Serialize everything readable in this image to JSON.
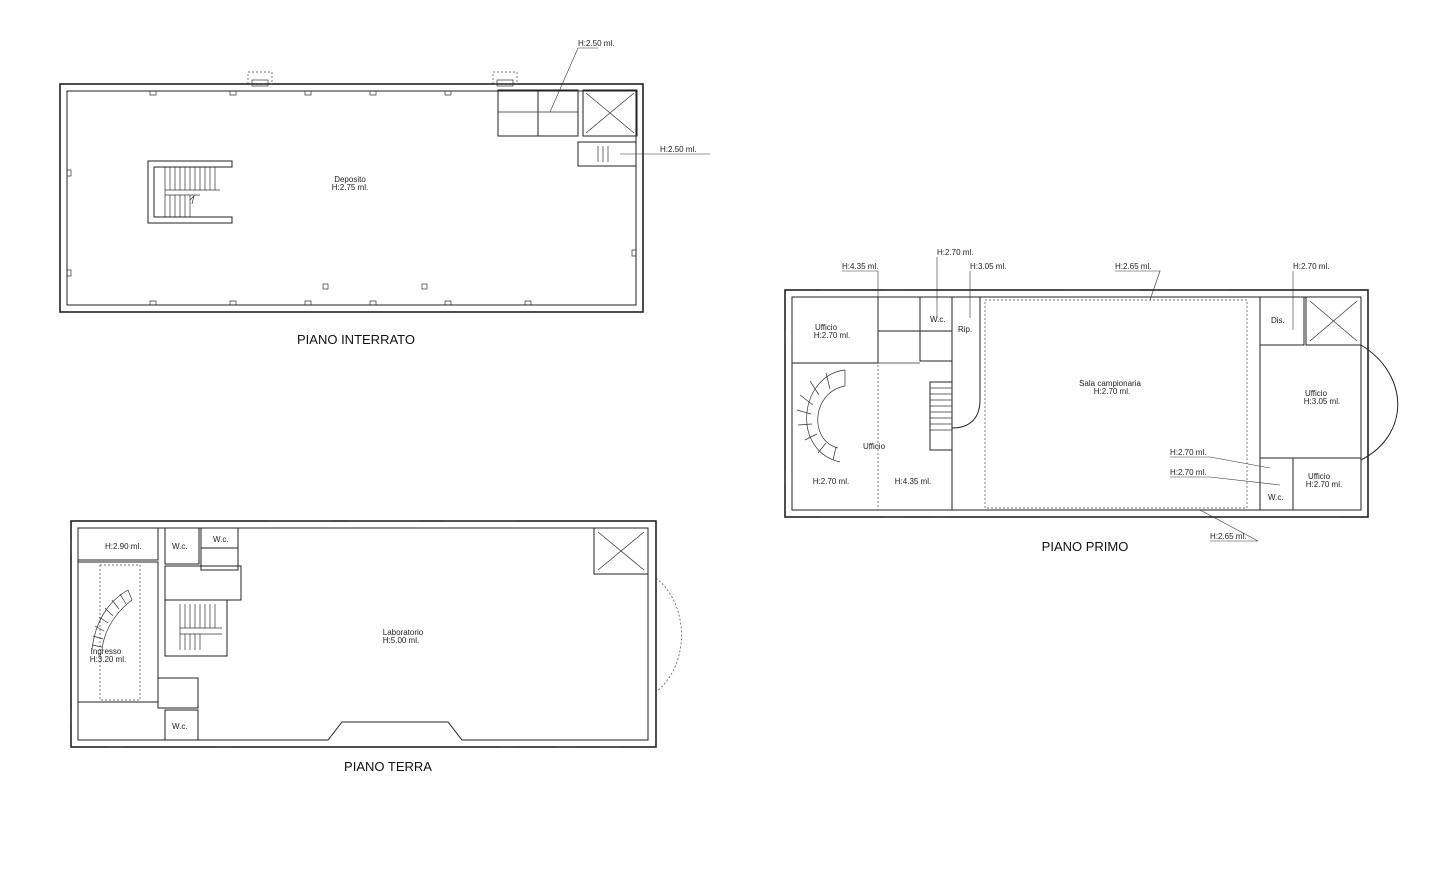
{
  "plans": {
    "interrato": {
      "title": "PIANO INTERRATO",
      "rooms": {
        "deposito_name": "Deposito",
        "deposito_h": "H:2.75 ml."
      },
      "heights": {
        "h1": "H:2.50 ml.",
        "h2": "H:2.50 ml."
      }
    },
    "terra": {
      "title": "PIANO TERRA",
      "rooms": {
        "h290": "H:2.90 ml.",
        "wc1": "W.c.",
        "wc2": "W.c.",
        "wc3": "W.c.",
        "ingresso_name": "Ingresso",
        "ingresso_h": "H:3.20 ml.",
        "laboratorio_name": "Laboratorio",
        "laboratorio_h": "H:5.00 ml."
      }
    },
    "primo": {
      "title": "PIANO PRIMO",
      "rooms": {
        "ufficio1_name": "Ufficio",
        "ufficio1_h": "H:2.70 ml.",
        "wc1": "W.c.",
        "rip": "Rip.",
        "sala_name": "Sala campionaria",
        "sala_h": "H:2.70 ml.",
        "dis": "Dis.",
        "ufficio2_name": "Ufficio",
        "ufficio2_h": "H:3.05 ml.",
        "ufficio3": "Ufficio",
        "h270_stairs": "H:2.70 ml.",
        "h435_bottom": "H:4.35 ml.",
        "ufficio4_name": "Ufficio",
        "ufficio4_h": "H:2.70 ml.",
        "wc2": "W.c."
      },
      "heights": {
        "h435": "H:4.35 ml.",
        "h270a": "H:2.70 ml.",
        "h305": "H:3.05 ml.",
        "h265a": "H:2.65 ml.",
        "h270b": "H:2.70 ml.",
        "h270c": "H:2.70 ml.",
        "h270d": "H:2.70 ml.",
        "h265b": "H:2.65 ml."
      }
    }
  }
}
